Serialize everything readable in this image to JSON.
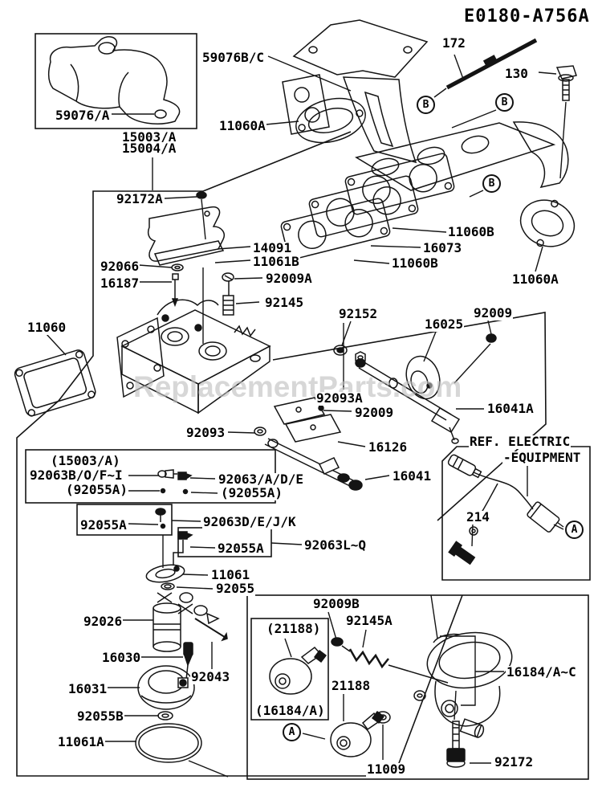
{
  "title": "E0180-A756A",
  "watermark": "ReplacementParts.com",
  "colors": {
    "line": "#141414",
    "background": "#ffffff",
    "watermark": "#bfbfbf"
  },
  "callouts": {
    "b": "B",
    "a": "A"
  },
  "labels": {
    "stud": "172",
    "bolt": "130",
    "duct_b": "59076B/C",
    "duct": "59076/A",
    "gasket_top": "11060A",
    "manifold_1": "15003/A",
    "manifold_2": "15004/A",
    "screw_a": "92172A",
    "cover": "14091",
    "gasket_cover": "11061B",
    "washer": "92066",
    "needle": "16187",
    "screw_b": "92009A",
    "spring_a": "92145",
    "gasket_b1": "11060B",
    "insulator": "16073",
    "gasket_b2": "11060B",
    "gasket_right": "11060A",
    "grommet": "92152",
    "valve_throttle": "16025",
    "screw_c": "92009",
    "gasket_left": "11060",
    "seal_a": "92093A",
    "screw_d": "92009",
    "shaft_a": "16041A",
    "seal": "92093",
    "valve_choke": "16126",
    "shaft_b": "16041",
    "ref_line1": "REF. ELECTRIC",
    "ref_line2": "-EQUIPMENT",
    "grp_manifold": "(15003/A)",
    "jet_main_a": "92063B/O/F~I",
    "grp_oring_a": "(92055A)",
    "jet_main_b": "92063/A/D/E",
    "grp_oring_b": "(92055A)",
    "oring_a": "92055A",
    "jet_main_c": "92063D/E/J/K",
    "oring_b": "92055A",
    "jet_main_d": "92063L~Q",
    "gasket_c": "11061",
    "oring_c": "92055",
    "pump": "92026",
    "valve_fuel": "16030",
    "float": "16031",
    "pin": "92043",
    "oring_d": "92055B",
    "gasket_d": "11061A",
    "bolt_214": "214",
    "screw_e": "92009B",
    "spring_b": "92145A",
    "grp_solenoid": "(21188)",
    "grp_bowl": "(16184/A)",
    "solenoid": "21188",
    "bowl": "16184/A~C",
    "washer_b": "11009",
    "bolt_b": "92172"
  }
}
